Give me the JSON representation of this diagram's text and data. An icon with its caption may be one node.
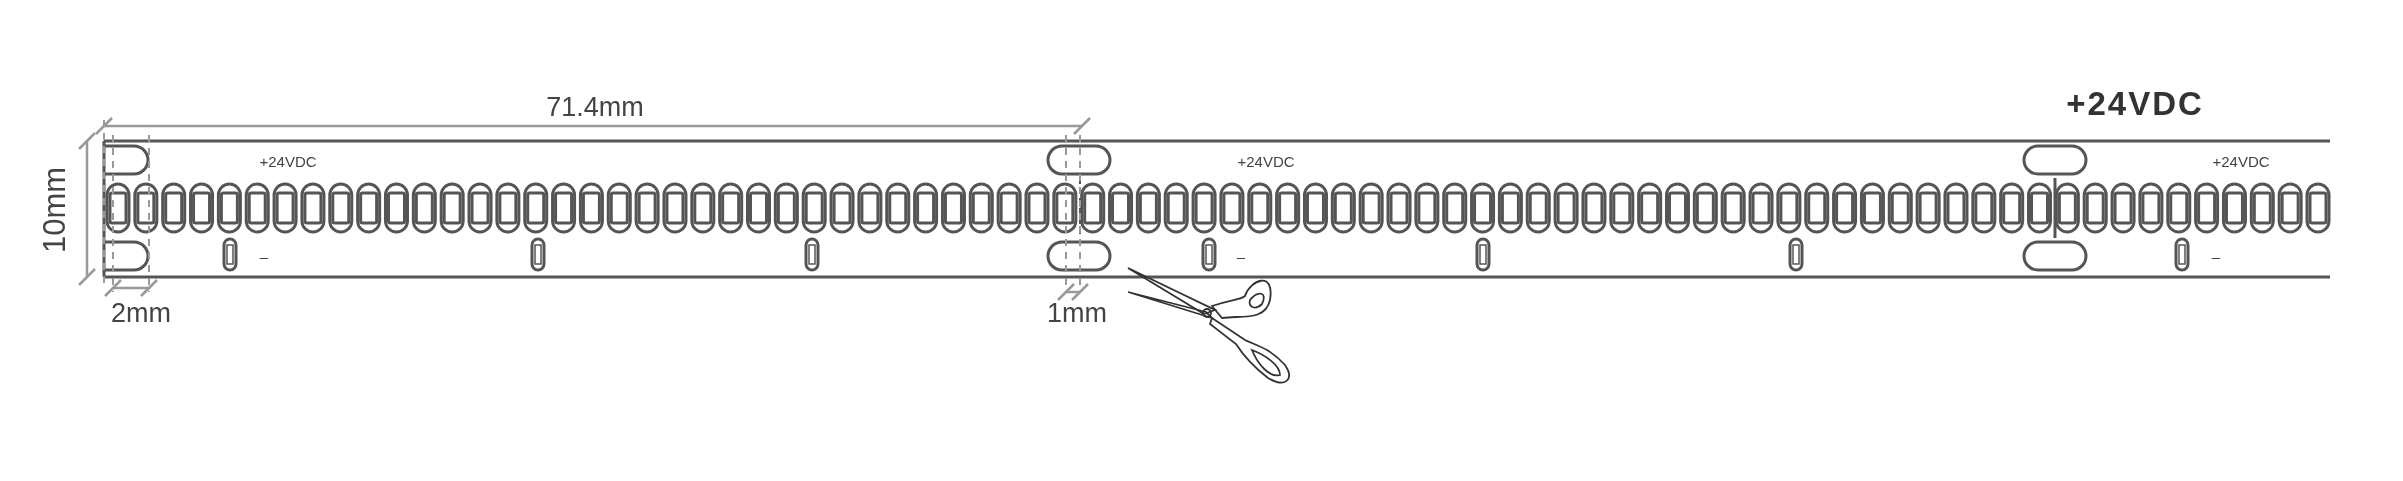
{
  "diagram": {
    "labels": [
      "71.4mm",
      "+24VDC",
      "10mm",
      "+24VDC",
      "+24VDC",
      "+24VDC",
      "–",
      "–",
      "–",
      "2mm",
      "1mm"
    ]
  }
}
